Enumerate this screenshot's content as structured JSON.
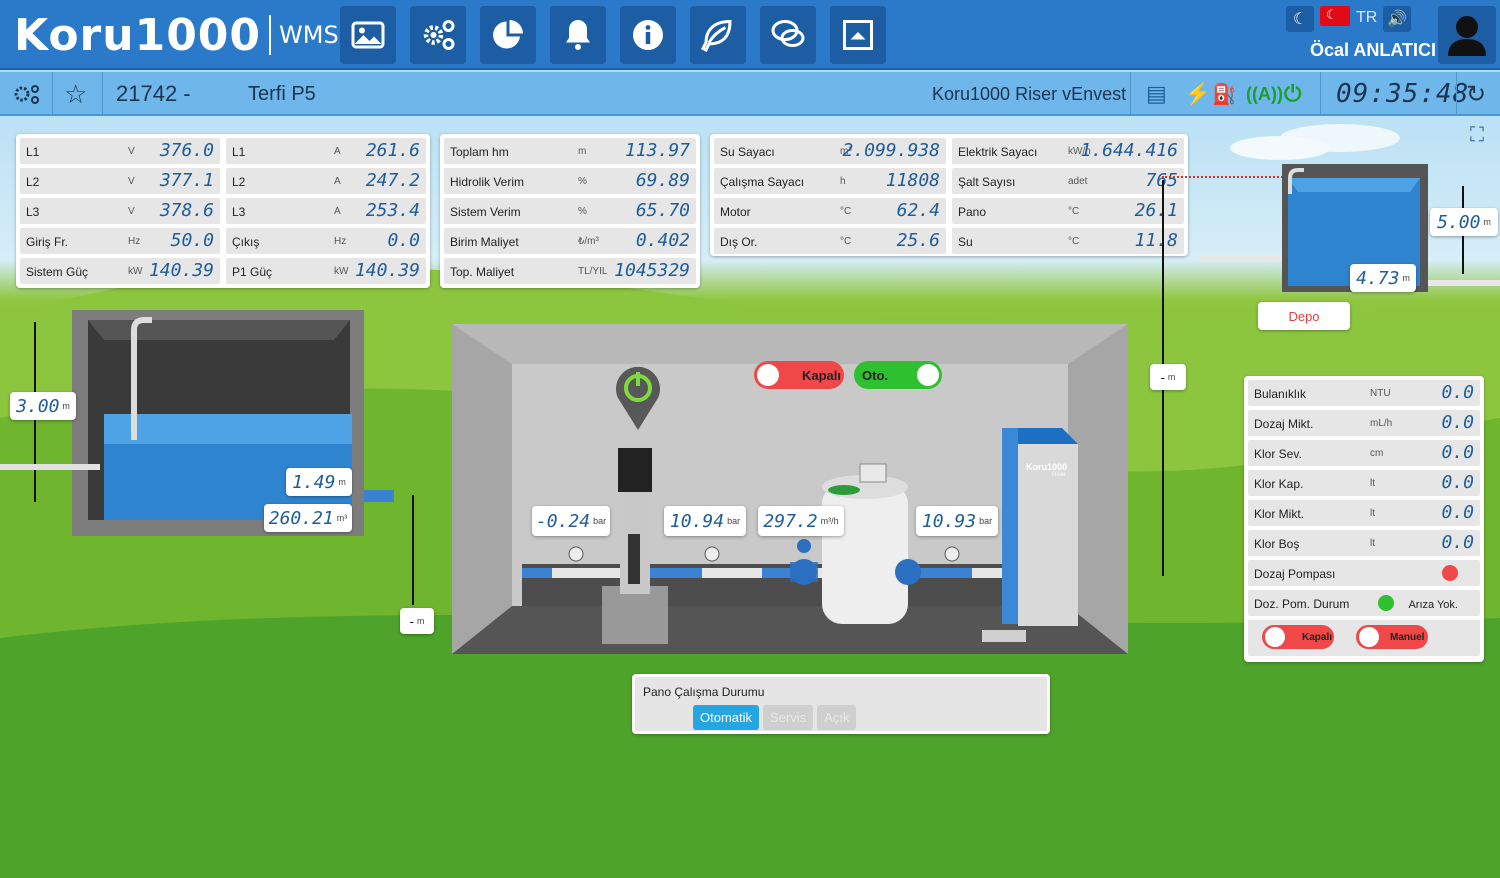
{
  "header": {
    "brand": "Koru1000",
    "product": "WMS",
    "lang": "TR",
    "user": "Öcal ANLATICI",
    "nav_icons": [
      "image-icon",
      "settings-icon",
      "chart-pie-icon",
      "bell-icon",
      "info-icon",
      "leaf-icon",
      "chat-icon",
      "window-icon"
    ]
  },
  "subbar": {
    "station_id": "21742 -",
    "station_name": "Terfi P5",
    "device": "Koru1000 Riser vEnvest",
    "time": "09:35:48"
  },
  "electric": {
    "rows": [
      {
        "l1": "L1",
        "u1": "V",
        "v1": "376.0",
        "l2": "L1",
        "u2": "A",
        "v2": "261.6"
      },
      {
        "l1": "L2",
        "u1": "V",
        "v1": "377.1",
        "l2": "L2",
        "u2": "A",
        "v2": "247.2"
      },
      {
        "l1": "L3",
        "u1": "V",
        "v1": "378.6",
        "l2": "L3",
        "u2": "A",
        "v2": "253.4"
      },
      {
        "l1": "Giriş Fr.",
        "u1": "Hz",
        "v1": "50.0",
        "l2": "Çıkış",
        "u2": "Hz",
        "v2": "0.0"
      },
      {
        "l1": "Sistem Güç",
        "u1": "kW",
        "v1": "140.39",
        "l2": "P1 Güç",
        "u2": "kW",
        "v2": "140.39"
      }
    ]
  },
  "hydraulic": {
    "rows": [
      {
        "l": "Toplam hm",
        "u": "m",
        "v": "113.97"
      },
      {
        "l": "Hidrolik Verim",
        "u": "%",
        "v": "69.89"
      },
      {
        "l": "Sistem Verim",
        "u": "%",
        "v": "65.70"
      },
      {
        "l": "Birim Maliyet",
        "u": "₺/m³",
        "v": "0.402"
      },
      {
        "l": "Top. Maliyet",
        "u": "TL/YIL",
        "v": "1045329"
      }
    ]
  },
  "counters": {
    "rows": [
      {
        "l1": "Su Sayacı",
        "u1": "m³",
        "v1": "2.099.938",
        "l2": "Elektrik Sayacı",
        "u2": "kW/h",
        "v2": "1.644.416"
      },
      {
        "l1": "Çalışma Sayacı",
        "u1": "h",
        "v1": "11808",
        "l2": "Şalt Sayısı",
        "u2": "adet",
        "v2": "765"
      },
      {
        "l1": "Motor",
        "u1": "°C",
        "v1": "62.4",
        "l2": "Pano",
        "u2": "°C",
        "v2": "26.1"
      },
      {
        "l1": "Dış Or.",
        "u1": "°C",
        "v1": "25.6",
        "l2": "Su",
        "u2": "°C",
        "v2": "11.8"
      }
    ]
  },
  "tank_left": {
    "height": "3.00",
    "level": "1.49",
    "volume": "260.21",
    "height_unit": "m",
    "level_unit": "m",
    "volume_unit": "m³"
  },
  "tank_right": {
    "height": "5.00",
    "level": "4.73",
    "unit": "m",
    "label": "Depo"
  },
  "pipes": {
    "suction_height": "-",
    "discharge_height": "-",
    "unit": "m"
  },
  "pump_room": {
    "p_in": "-0.24",
    "p_mid": "10.94",
    "flow": "297.2",
    "p_out": "10.93",
    "bar": "bar",
    "flow_unit": "m³/h",
    "state_toggle": "Kapalı",
    "mode_toggle": "Oto.",
    "cabinet_label": "Koru1000",
    "cabinet_sub": "Riser"
  },
  "quality": {
    "rows": [
      {
        "l": "Bulanıklık",
        "u": "NTU",
        "v": "0.0"
      },
      {
        "l": "Dozaj Mikt.",
        "u": "mL/h",
        "v": "0.0"
      },
      {
        "l": "Klor Sev.",
        "u": "cm",
        "v": "0.0"
      },
      {
        "l": "Klor Kap.",
        "u": "lt",
        "v": "0.0"
      },
      {
        "l": "Klor Mikt.",
        "u": "lt",
        "v": "0.0"
      },
      {
        "l": "Klor Boş",
        "u": "lt",
        "v": "0.0"
      }
    ],
    "dosing_pump": "Dozaj Pompası",
    "pump_status_label": "Doz. Pom. Durum",
    "pump_status_text": "Arıza Yok.",
    "toggle_state": "Kapalı",
    "toggle_mode": "Manuel",
    "colors": {
      "alarm": "#f04848",
      "ok": "#2ec02e"
    }
  },
  "panel_status": {
    "title": "Pano Çalışma Durumu",
    "buttons": [
      "Otomatik",
      "Servis",
      "Açık"
    ],
    "active": "Otomatik"
  }
}
